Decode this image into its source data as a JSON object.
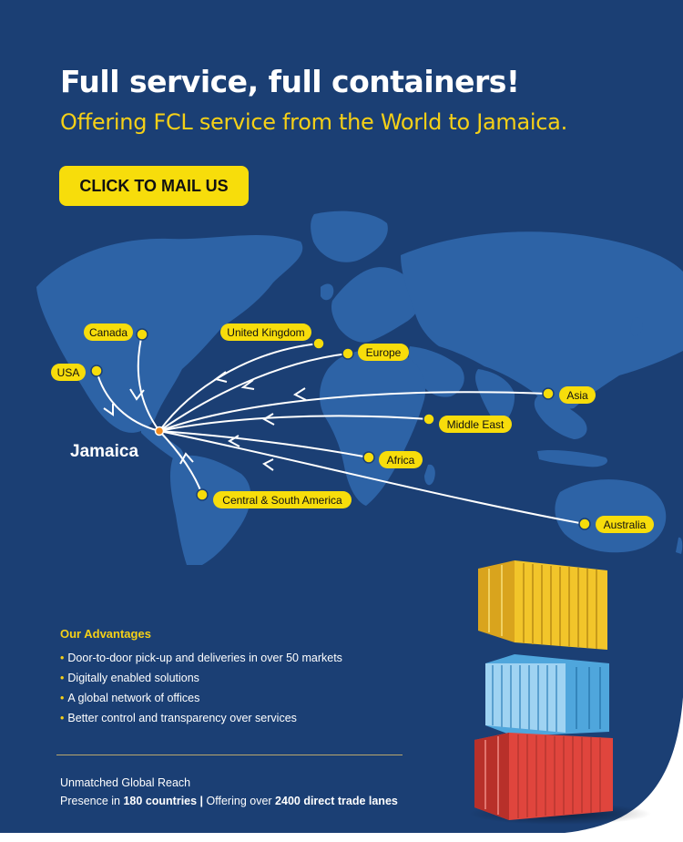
{
  "hero": {
    "title": "Full service, full containers!",
    "subtitle": "Offering FCL service from the World to Jamaica.",
    "cta_label": "CLICK TO MAIL US"
  },
  "map": {
    "hub_label": "Jamaica",
    "destinations": [
      "Canada",
      "USA",
      "United Kingdom",
      "Europe",
      "Asia",
      "Middle East",
      "Africa",
      "Central & South America",
      "Australia"
    ]
  },
  "advantages": {
    "title": "Our Advantages",
    "items": [
      "Door-to-door pick-up and deliveries in over 50 markets",
      "Digitally enabled solutions",
      "A global network of offices",
      "Better control and transparency over services"
    ]
  },
  "reach": {
    "title": "Unmatched Global Reach",
    "presence_prefix": "Presence in ",
    "countries": "180 countries",
    "separator": " | ",
    "offering_prefix": "Offering over ",
    "lanes": "2400 direct trade lanes"
  },
  "colors": {
    "background": "#1b3f74",
    "map_land": "#2d63a6",
    "accent_yellow": "#f7dd0b",
    "hub_orange": "#f08a1f",
    "container_yellow": "#f2c52a",
    "container_blue": "#4fa6dc",
    "container_red": "#e0453d"
  },
  "icons": {
    "bullet": "bullet-dot",
    "destination_marker": "yellow-dot"
  }
}
